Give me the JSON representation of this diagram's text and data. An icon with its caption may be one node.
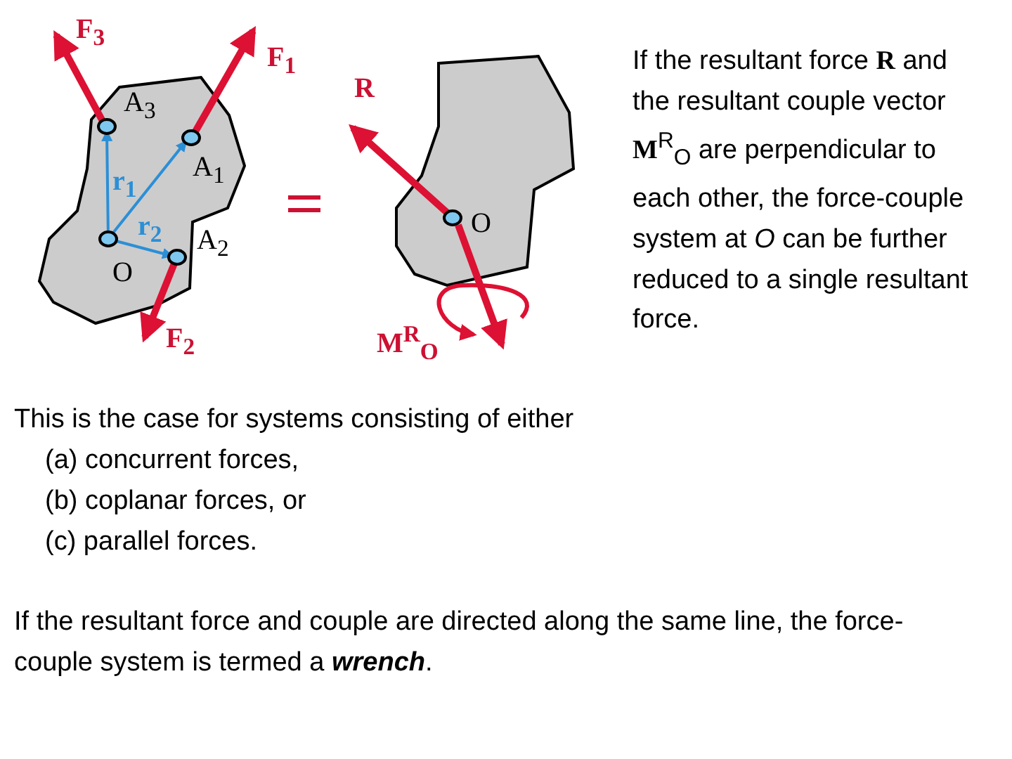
{
  "diagram": {
    "labels": [
      "F$_{3}$",
      "F$_{1}$",
      "A$_{3}$",
      "R",
      "r$_{1}$",
      "A$_{1}$",
      "O",
      "r$_{2}$",
      "A$_{2}$",
      "O",
      "F$_{2}$",
      "M$^{R}$$_{O}$",
      "If the resultant force **R** and the resultant couple vector **M**$^{R}$$_{O}$ are perpendicular to each other, the force-couple system at *O* can be further reduced to a single resultant force.",
      "This is the case for systems consisting of either",
      "(a) concurrent forces,",
      "(b) coplanar forces, or",
      "(c) parallel forces.",
      "If the resultant force and couple are directed along the same line, the force-couple system is termed a **wrench**."
    ]
  }
}
